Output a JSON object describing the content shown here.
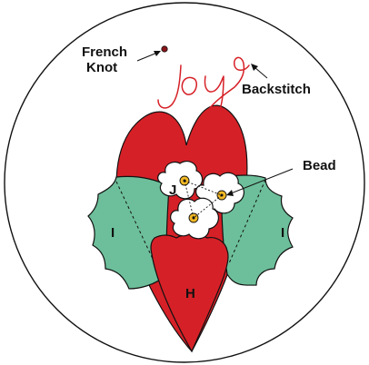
{
  "labels": {
    "french_knot_line1": "French",
    "french_knot_line2": "Knot",
    "backstitch": "Backstitch",
    "bead": "Bead"
  },
  "pieces": {
    "heart": "H",
    "holly_left": "I",
    "holly_right": "I",
    "flower": "J"
  },
  "colors": {
    "heart": "#d62027",
    "holly": "#6cbf9a",
    "flower": "#ffffff",
    "bead": "#f2b824",
    "stitch": "#d62027",
    "outline": "#111111"
  }
}
